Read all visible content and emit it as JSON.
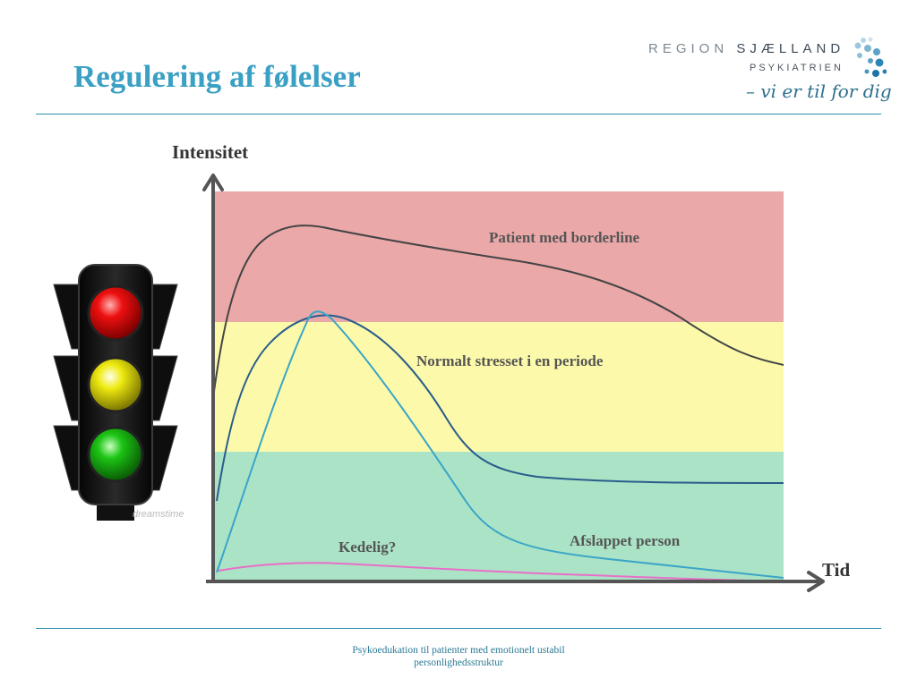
{
  "header": {
    "title": "Regulering af følelser",
    "logo": {
      "line1_part1": "REGION ",
      "line1_part2": "SJÆLLAND",
      "line2": "PSYKIATRIEN",
      "line3": "– vi er til for dig"
    }
  },
  "diagram": {
    "y_axis_label": "Intensitet",
    "x_axis_label": "Tid",
    "zones": [
      {
        "name": "high",
        "color": "#eaa8a8"
      },
      {
        "name": "medium",
        "color": "#fcfaaa"
      },
      {
        "name": "low",
        "color": "#abe3c6"
      }
    ],
    "curves": [
      {
        "label": "Patient med borderline",
        "color": "#444444"
      },
      {
        "label": "Normalt stresset i en periode",
        "color": "#2a5c8c"
      },
      {
        "label": "Afslappet person",
        "color": "#3aa5c8"
      },
      {
        "label": "Kedelig?",
        "color": "#e86fc8"
      }
    ],
    "watermark": "dreamstime"
  },
  "traffic_light": {
    "lights": [
      {
        "name": "red",
        "color": "#e00000"
      },
      {
        "name": "yellow",
        "color": "#e6e000"
      },
      {
        "name": "green",
        "color": "#18b010"
      }
    ]
  },
  "footer": {
    "line1": "Psykoedukation til patienter med emotionelt ustabil",
    "line2": "personlighedsstruktur"
  }
}
